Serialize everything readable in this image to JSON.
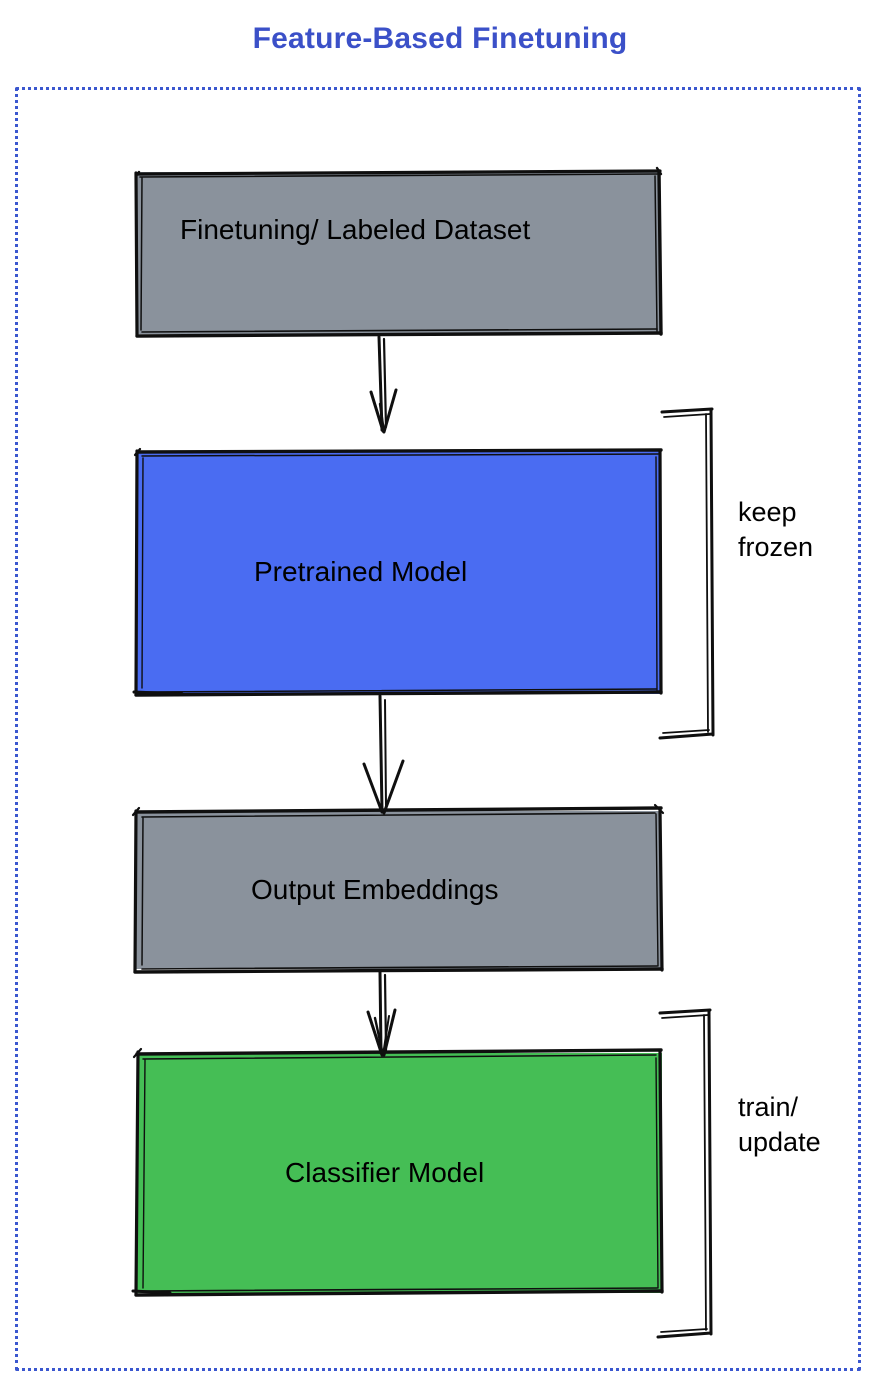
{
  "diagram": {
    "title": "Feature-Based Finetuning",
    "title_color": "#3b50c8",
    "container": {
      "border_style": "dotted",
      "border_color": "#3b57cf"
    },
    "nodes": [
      {
        "id": "dataset",
        "label": "Finetuning/ Labeled Dataset",
        "fill": "#8a929c",
        "stroke": "#000000"
      },
      {
        "id": "pretrained",
        "label": "Pretrained Model",
        "fill": "#4a6cf2",
        "stroke": "#000000"
      },
      {
        "id": "embeddings",
        "label": "Output Embeddings",
        "fill": "#8a929c",
        "stroke": "#000000"
      },
      {
        "id": "classifier",
        "label": "Classifier Model",
        "fill": "#45be55",
        "stroke": "#000000"
      }
    ],
    "annotations": [
      {
        "id": "keep-frozen",
        "label": "keep\nfrozen",
        "targets": "pretrained"
      },
      {
        "id": "train-update",
        "label": "train/\nupdate",
        "targets": "classifier"
      }
    ],
    "edges": [
      {
        "from": "dataset",
        "to": "pretrained",
        "arrow": "down"
      },
      {
        "from": "pretrained",
        "to": "embeddings",
        "arrow": "down"
      },
      {
        "from": "embeddings",
        "to": "classifier",
        "arrow": "down"
      }
    ]
  }
}
